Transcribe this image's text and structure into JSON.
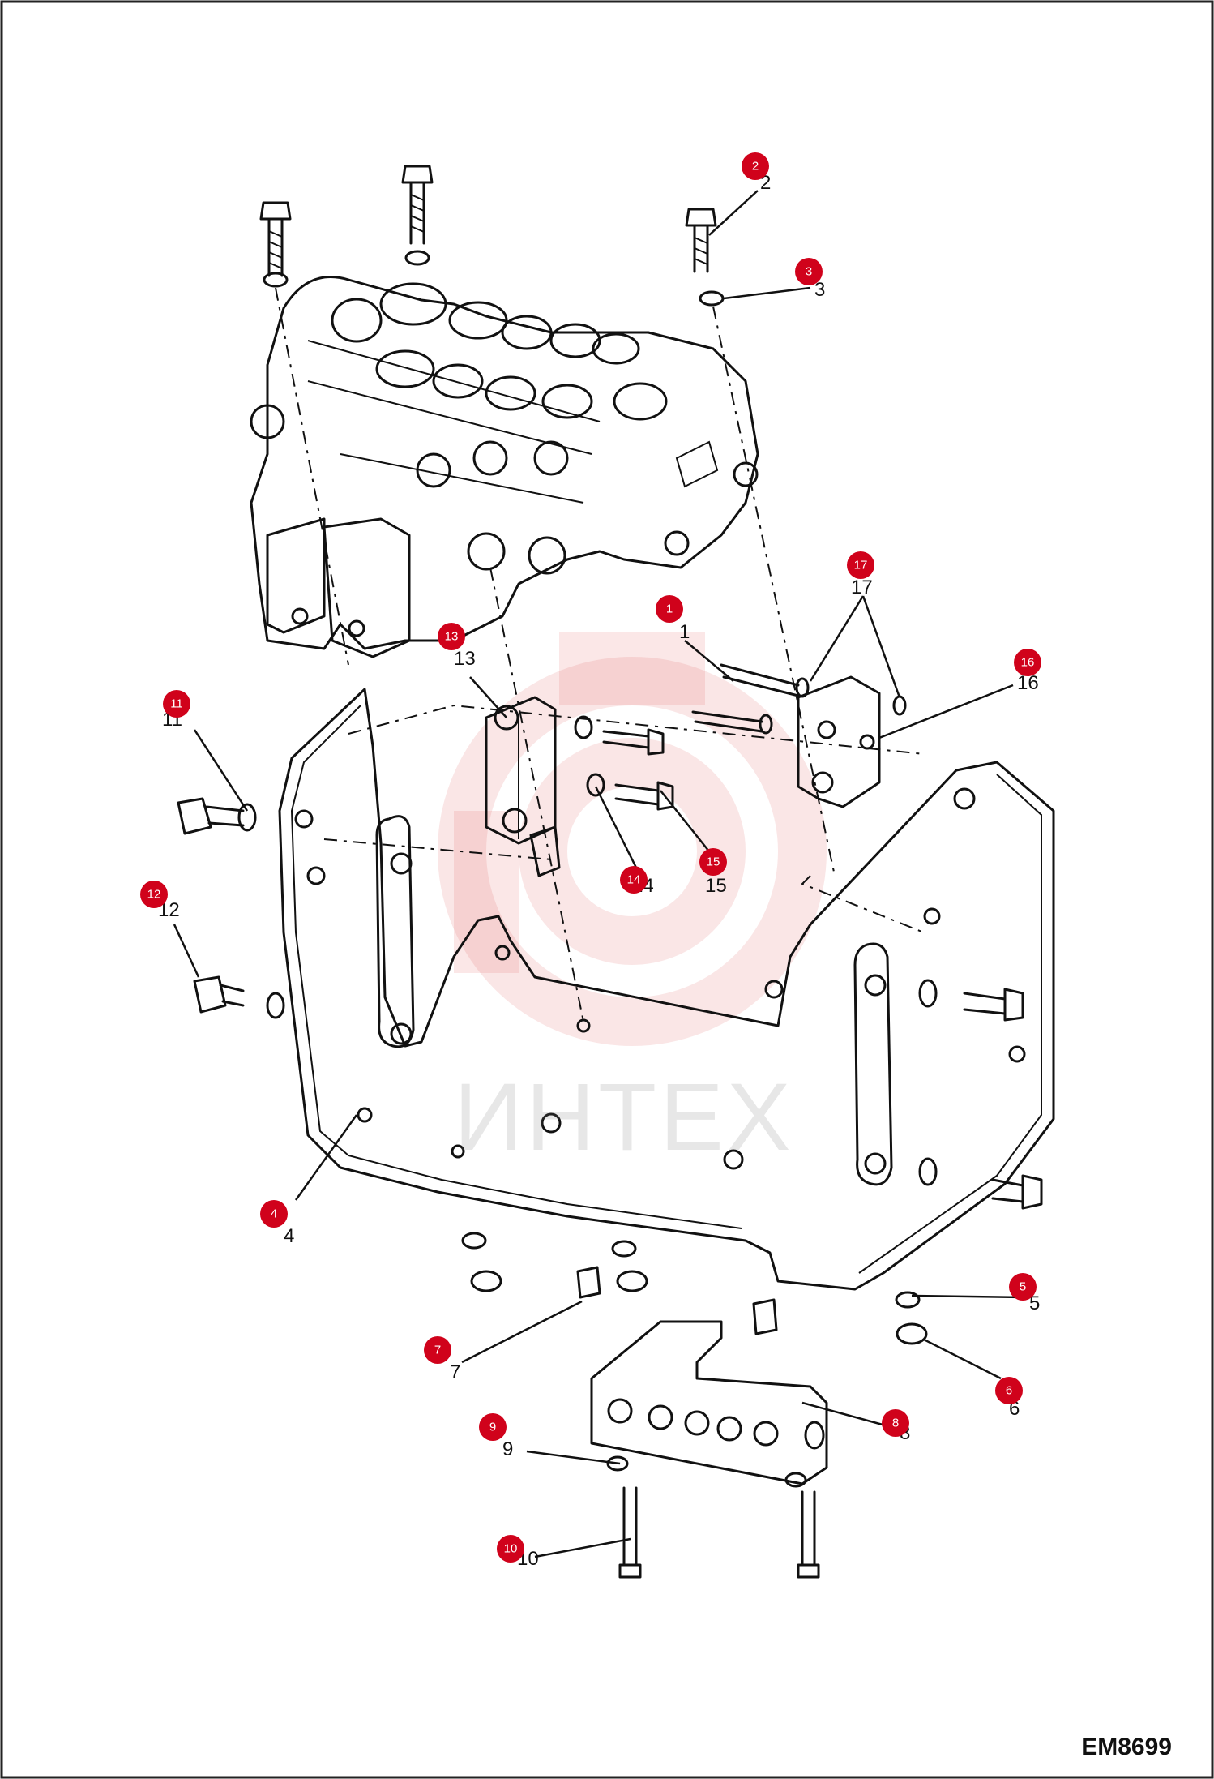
{
  "document_code": "EM8699",
  "watermark_text": "ИНТЕХ",
  "accent_color": "#d0021b",
  "callouts": [
    {
      "n": "1",
      "label": "1"
    },
    {
      "n": "2",
      "label": "2"
    },
    {
      "n": "3",
      "label": "3"
    },
    {
      "n": "4",
      "label": "4"
    },
    {
      "n": "5",
      "label": "5"
    },
    {
      "n": "6",
      "label": "6"
    },
    {
      "n": "7",
      "label": "7"
    },
    {
      "n": "8",
      "label": "8"
    },
    {
      "n": "9",
      "label": "9"
    },
    {
      "n": "10",
      "label": "10"
    },
    {
      "n": "11",
      "label": "11"
    },
    {
      "n": "12",
      "label": "12"
    },
    {
      "n": "13",
      "label": "13"
    },
    {
      "n": "14",
      "label": "14"
    },
    {
      "n": "15",
      "label": "15"
    },
    {
      "n": "16",
      "label": "16"
    },
    {
      "n": "17",
      "label": "17"
    }
  ]
}
